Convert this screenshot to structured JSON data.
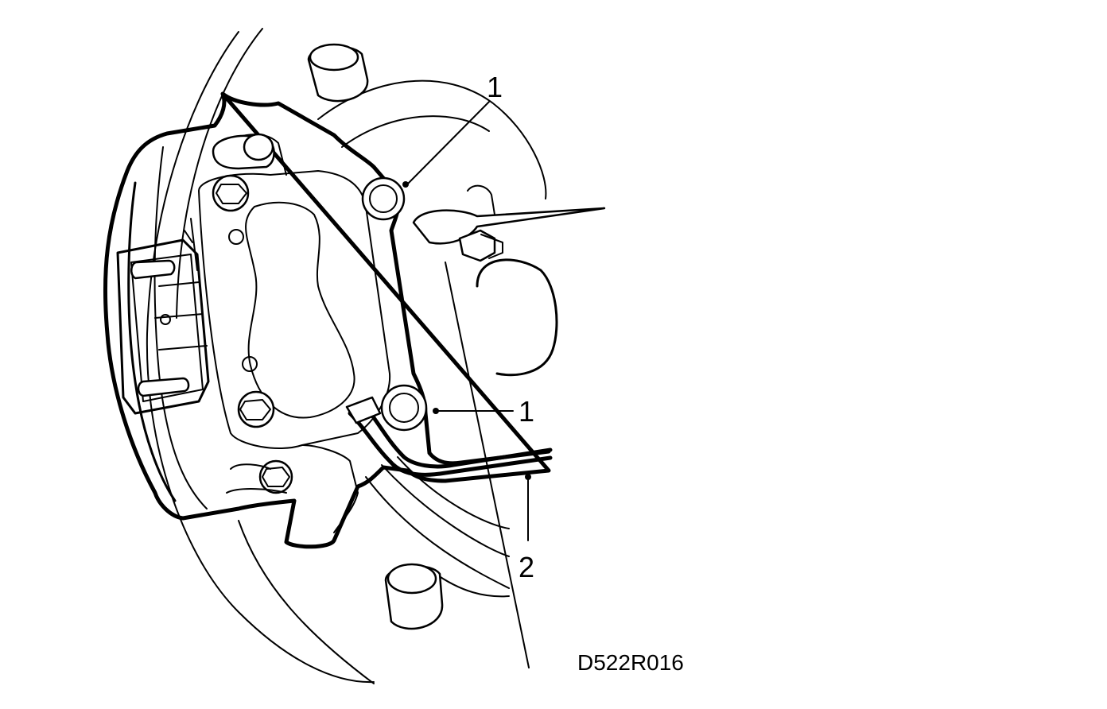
{
  "callouts": [
    {
      "label": "1"
    },
    {
      "label": "1"
    },
    {
      "label": "2"
    }
  ],
  "figure_code": "D522R016",
  "colors": {
    "line": "#000000",
    "background": "#ffffff"
  }
}
